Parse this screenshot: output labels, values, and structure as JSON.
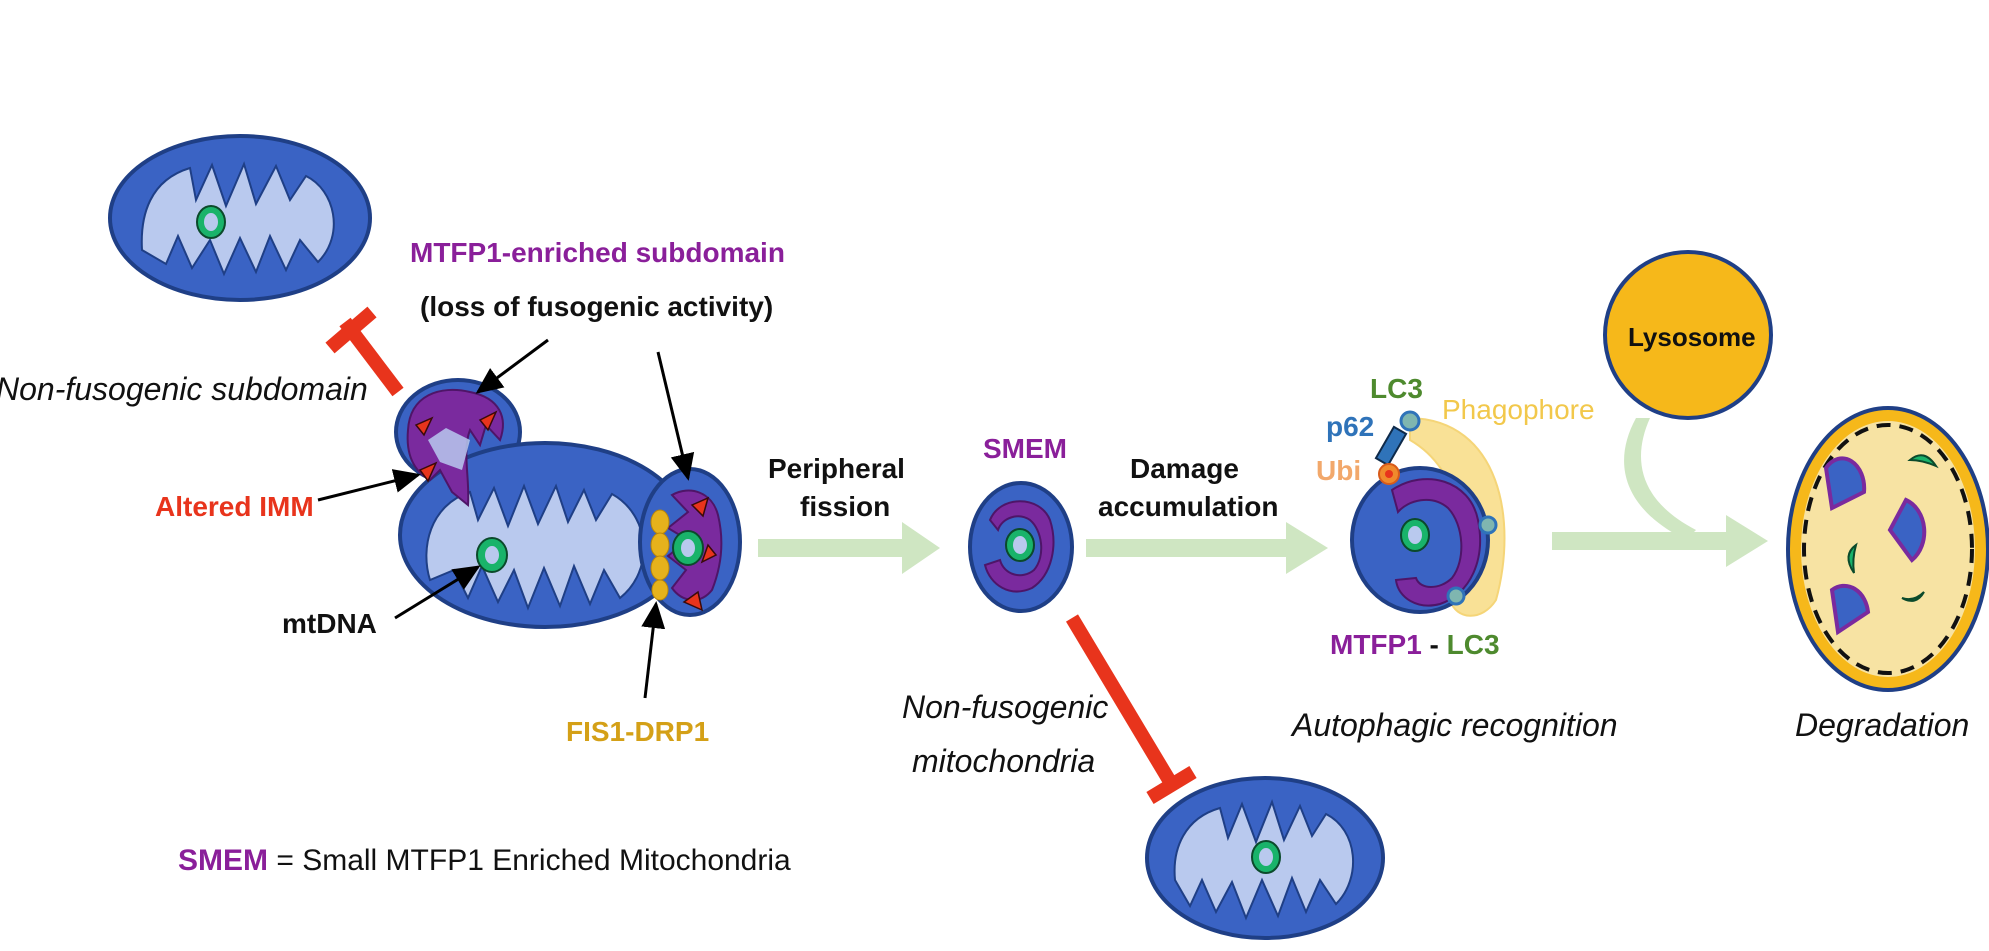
{
  "colors": {
    "outer_membrane": "#3a63c4",
    "outer_stroke": "#1f3f86",
    "matrix": "#b9c9ee",
    "mtdna": "#19b36a",
    "mtfp1": "#7a2a9e",
    "red": "#e8341c",
    "gold": "#e6b21c",
    "arrow_green": "#cfe6c2",
    "lysosome": "#f6b81a",
    "lc3_green": "#4e8a2e",
    "p62_blue": "#2f73b9",
    "ubi_orange": "#f2a86b",
    "phagophore": "#f7d774"
  },
  "labels": {
    "mtfp1_subdomain": "MTFP1-enriched subdomain",
    "loss_fusogenic": "(loss of fusogenic activity)",
    "non_fusogenic_subdomain": "Non-fusogenic subdomain",
    "altered_imm": "Altered IMM",
    "mtdna": "mtDNA",
    "fis1_drp1": "FIS1-DRP1",
    "peripheral": "Peripheral",
    "fission": "fission",
    "smem": "SMEM",
    "damage": "Damage",
    "accumulation": "accumulation",
    "non_fusogenic_mito_1": "Non-fusogenic",
    "non_fusogenic_mito_2": "mitochondria",
    "lc3": "LC3",
    "p62": "p62",
    "ubi": "Ubi",
    "phagophore": "Phagophore",
    "mtfp1_lc3_a": "MTFP1",
    "mtfp1_lc3_b": "LC3",
    "lysosome": "Lysosome",
    "autophagic_recognition": "Autophagic recognition",
    "degradation": "Degradation"
  },
  "legend": {
    "key": "SMEM",
    "text": "= Small MTFP1 Enriched Mitochondria"
  }
}
